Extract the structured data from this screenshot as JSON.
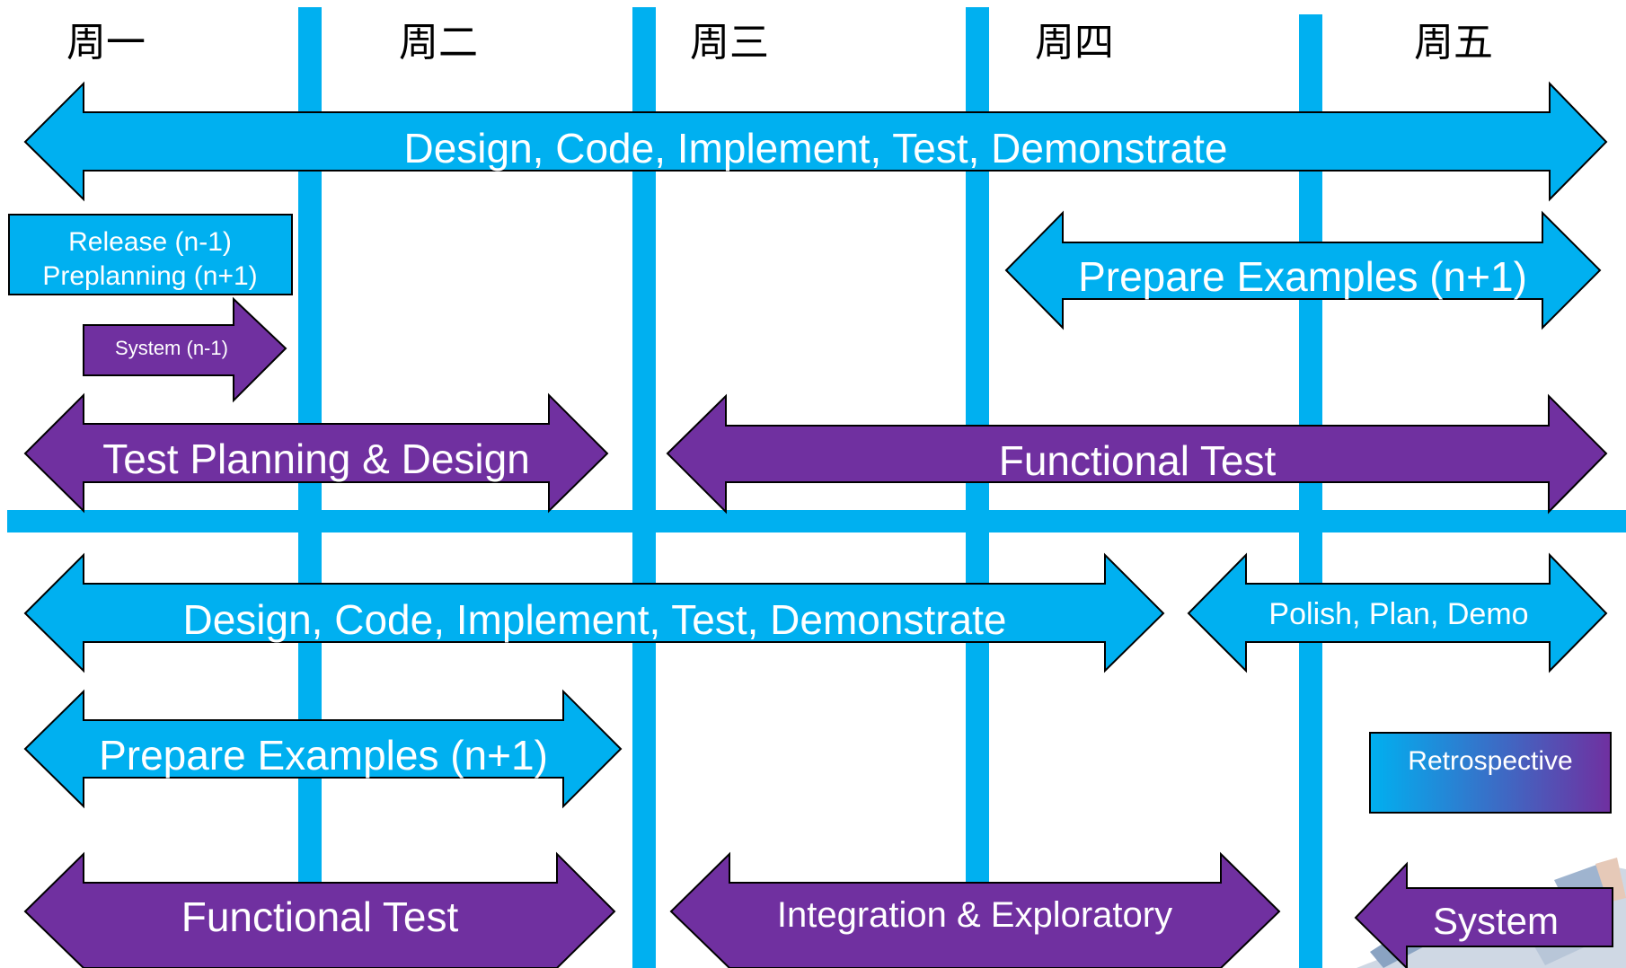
{
  "days": [
    "周一",
    "周二",
    "周三",
    "周四",
    "周五"
  ],
  "iteration_one": {
    "design_code": "Design, Code, Implement, Test, Demonstrate",
    "release_line1": "Release (n-1)",
    "release_line2": "Preplanning (n+1)",
    "prepare_examples": "Prepare Examples (n+1)",
    "system_prev": "System (n-1)",
    "test_planning": "Test Planning & Design",
    "functional_test": "Functional Test"
  },
  "iteration_two": {
    "design_code": "Design, Code, Implement, Test, Demonstrate",
    "polish": "Polish, Plan, Demo",
    "prepare_examples": "Prepare Examples (n+1)",
    "retrospective": "Retrospective",
    "functional_test": "Functional Test",
    "integration": "Integration & Exploratory",
    "system": "System"
  },
  "colors": {
    "cyan": "#00b0f0",
    "purple": "#7030a0",
    "outline": "#000000",
    "text": "#ffffff",
    "day_text": "#000000"
  },
  "icons": [
    "people-photo-thumbnail"
  ]
}
